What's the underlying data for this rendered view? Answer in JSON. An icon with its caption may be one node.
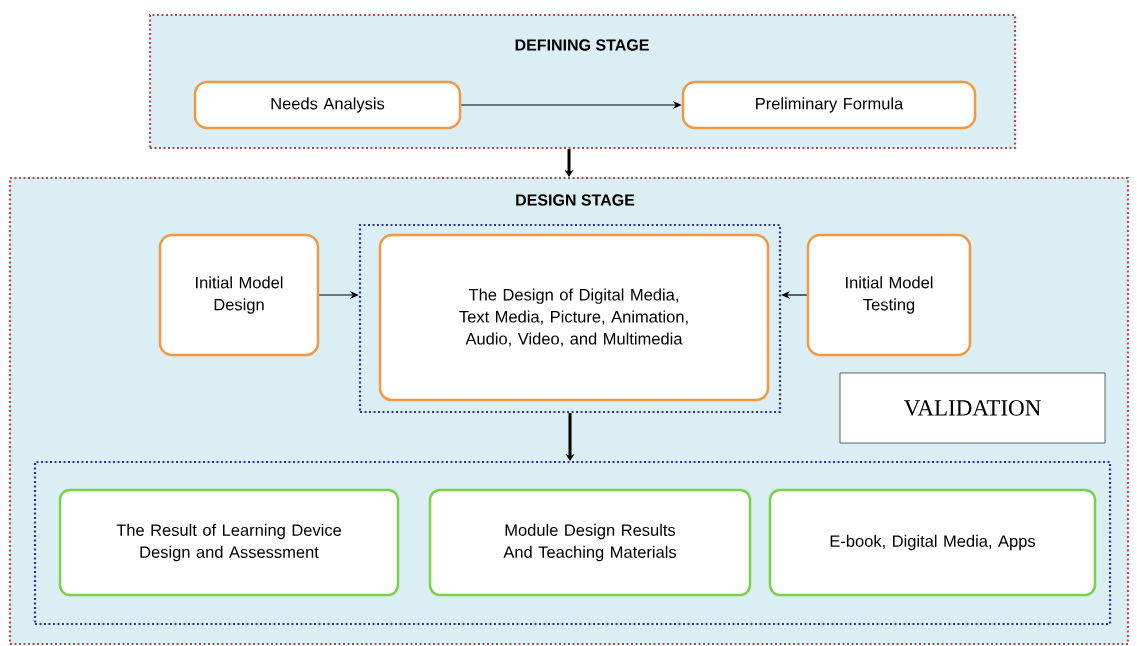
{
  "diagram": {
    "nodes": [
      {
        "text": [
          "DEFINING STAGE"
        ]
      },
      {
        "text": [
          "Needs Analysis"
        ],
        "in": 0
      },
      {
        "text": [
          "Preliminary Formula"
        ],
        "in": 0
      },
      {
        "text": [
          "DESIGN STAGE"
        ]
      },
      {
        "text": [
          "Initial Model Design"
        ],
        "in": 3
      },
      {
        "text": [],
        "shape": "box",
        "in": 3
      },
      {
        "text": [
          "The Design of Digital Media, Text Media, Picture, Animation, Audio, Video, and Multimedia"
        ],
        "in": 5
      },
      {
        "text": [
          "Initial Model Testing"
        ],
        "in": 3
      },
      {
        "text": [
          "VALIDATION"
        ],
        "in": 3
      },
      {
        "text": [],
        "shape": "box",
        "in": 3
      },
      {
        "text": [
          "The Result of Learning Device Design and Assessment"
        ],
        "in": 9
      },
      {
        "text": [
          "Module Design Results And Teaching Materials"
        ],
        "in": 9
      },
      {
        "text": [
          "E-book, Digital Media, Apps"
        ],
        "in": 9
      }
    ],
    "edges": [
      {
        "from": 1,
        "to": 2,
        "arrow": "to"
      },
      {
        "from": 0,
        "to": 3,
        "arrow": "to",
        "style": "thick"
      },
      {
        "from": 4,
        "to": 5,
        "arrow": "to"
      },
      {
        "from": 7,
        "to": 5,
        "arrow": "to"
      },
      {
        "from": 5,
        "to": 9,
        "arrow": "to",
        "style": "thick"
      }
    ]
  }
}
